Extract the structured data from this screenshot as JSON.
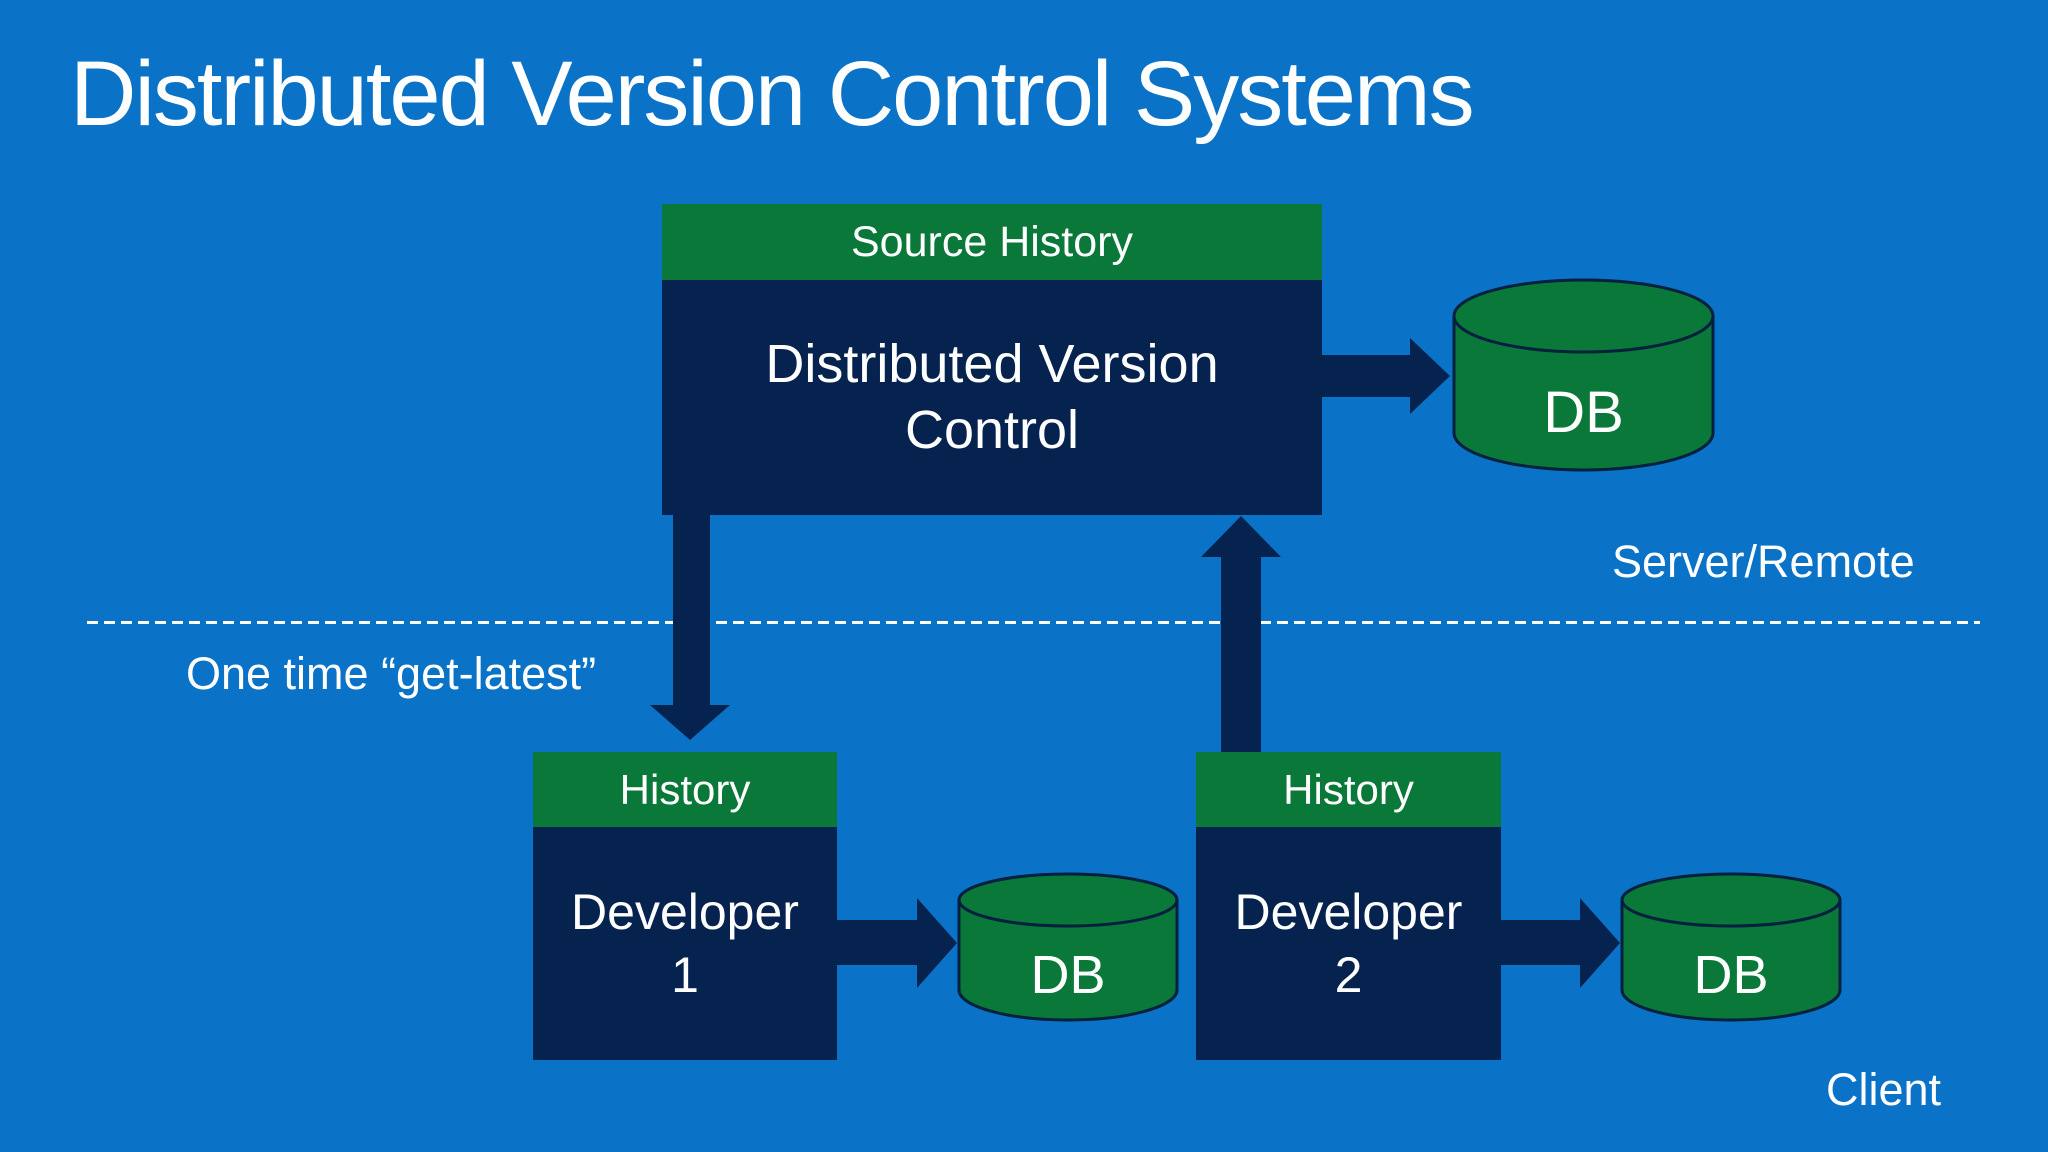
{
  "slide": {
    "title": "Distributed Version Control Systems",
    "labels": {
      "server_zone": "Server/Remote",
      "client_zone": "Client",
      "one_time_annotation": "One time “get-latest”"
    },
    "colors": {
      "background": "#0A73C7",
      "navy": "#062350",
      "green": "#0A7838",
      "text": "#FFFFFF"
    }
  },
  "nodes": {
    "dvc": {
      "header": "Source History",
      "body": "Distributed Version\nControl"
    },
    "dev1": {
      "header": "History",
      "body": "Developer\n1"
    },
    "dev2": {
      "header": "History",
      "body": "Developer\n2"
    },
    "db_server": {
      "label": "DB"
    },
    "db_dev1": {
      "label": "DB"
    },
    "db_dev2": {
      "label": "DB"
    }
  }
}
